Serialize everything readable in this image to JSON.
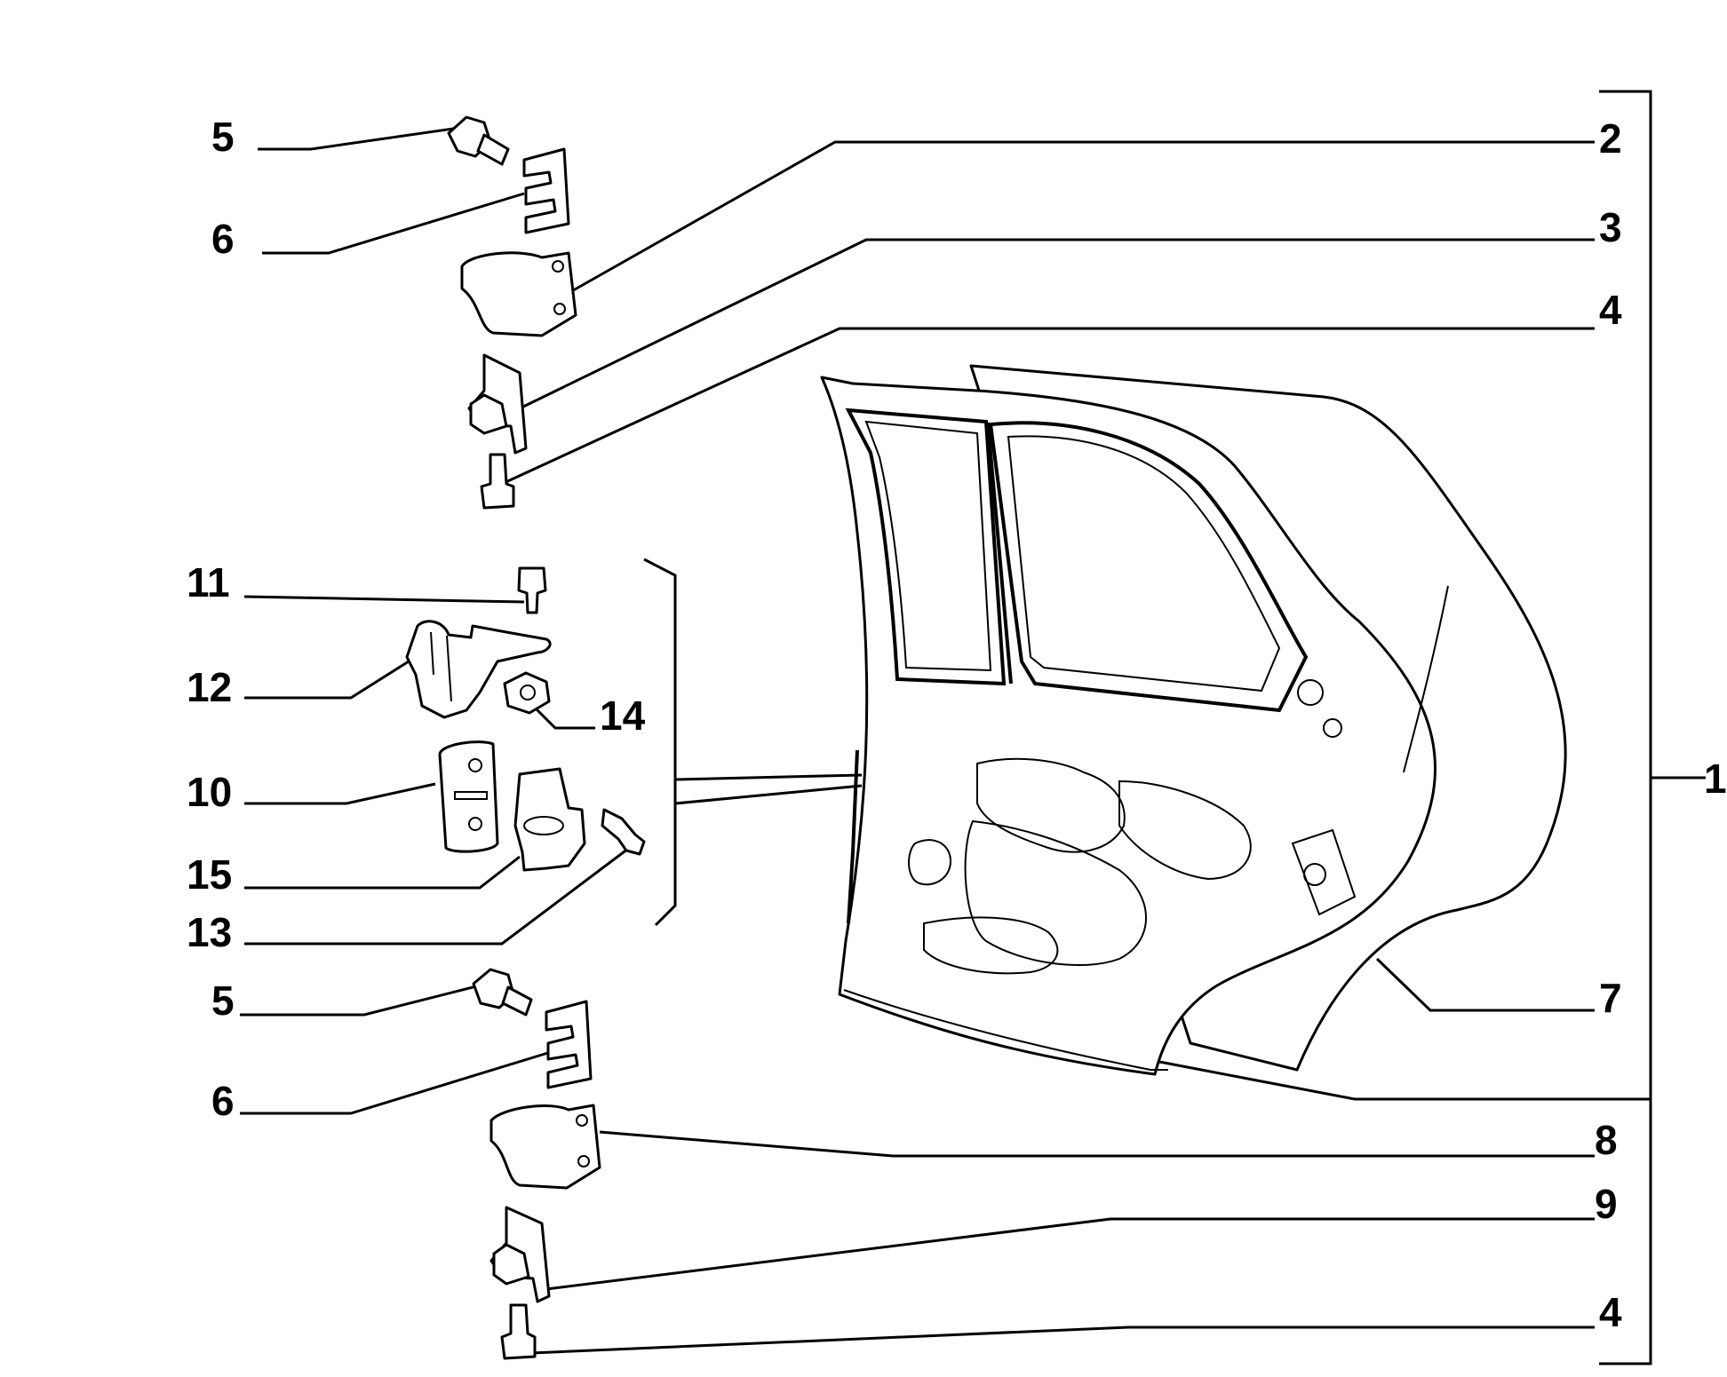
{
  "diagram": {
    "callouts": {
      "c1": "1",
      "c2": "2",
      "c3": "3",
      "c4a": "4",
      "c4b": "4",
      "c5a": "5",
      "c5b": "5",
      "c6a": "6",
      "c6b": "6",
      "c7": "7",
      "c8": "8",
      "c9": "9",
      "c10": "10",
      "c11": "11",
      "c12": "12",
      "c13": "13",
      "c14": "14",
      "c15": "15"
    },
    "colors": {
      "ink": "#000000",
      "paper": "#ffffff"
    }
  }
}
